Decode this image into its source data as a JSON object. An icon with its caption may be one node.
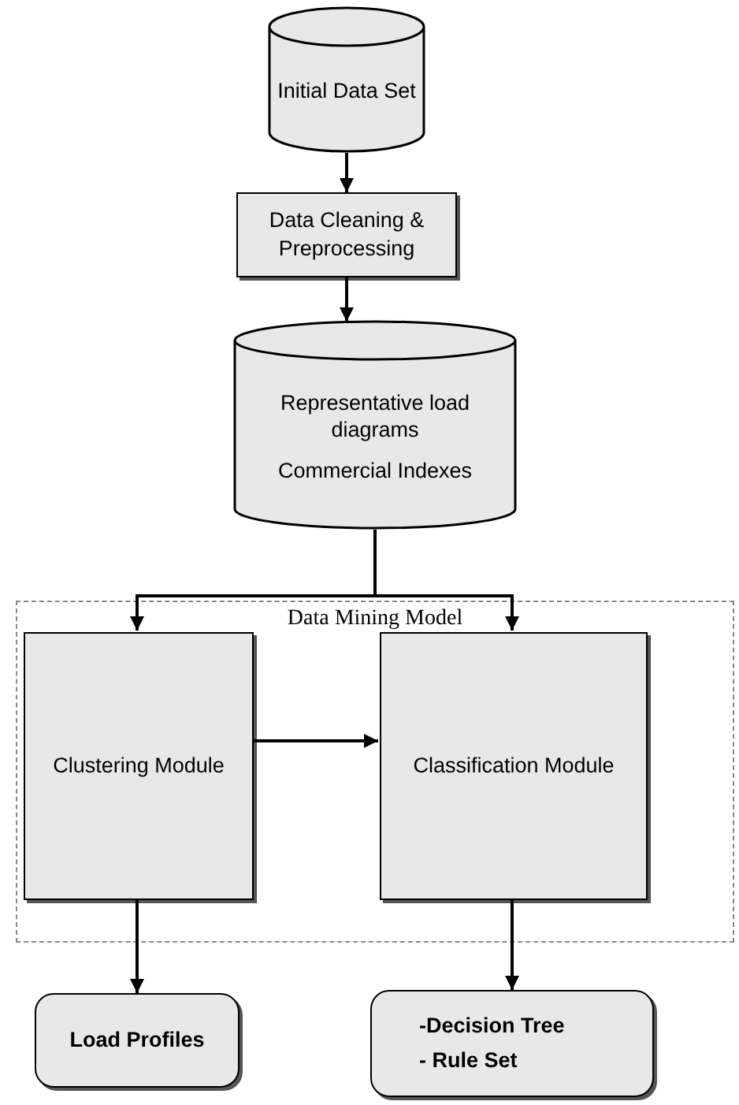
{
  "diagram": {
    "nodes": [
      {
        "text": [
          "Initial Data Set"
        ]
      },
      {
        "text": [
          "Data Cleaning & Preprocessing"
        ]
      },
      {
        "text": [
          "Representative load diagrams",
          "Commercial Indexes"
        ]
      },
      {
        "text": [
          "Data Mining Model"
        ]
      },
      {
        "text": [
          "Clustering Module"
        ],
        "in": 3
      },
      {
        "text": [
          "Classification Module"
        ],
        "in": 3
      },
      {
        "text": [
          "Load Profiles"
        ]
      },
      {
        "text": [
          "-Decision Tree",
          "- Rule Set"
        ]
      }
    ],
    "edges": [
      {
        "from": 0,
        "to": 1,
        "arrow": "to"
      },
      {
        "from": 1,
        "to": 2,
        "arrow": "to"
      },
      {
        "from": 2,
        "to": 4,
        "arrow": "to"
      },
      {
        "from": 2,
        "to": 5,
        "arrow": "to"
      },
      {
        "from": 4,
        "to": 5,
        "arrow": "to"
      },
      {
        "from": 4,
        "to": 6,
        "arrow": "to"
      },
      {
        "from": 5,
        "to": 7,
        "arrow": "to"
      }
    ]
  }
}
